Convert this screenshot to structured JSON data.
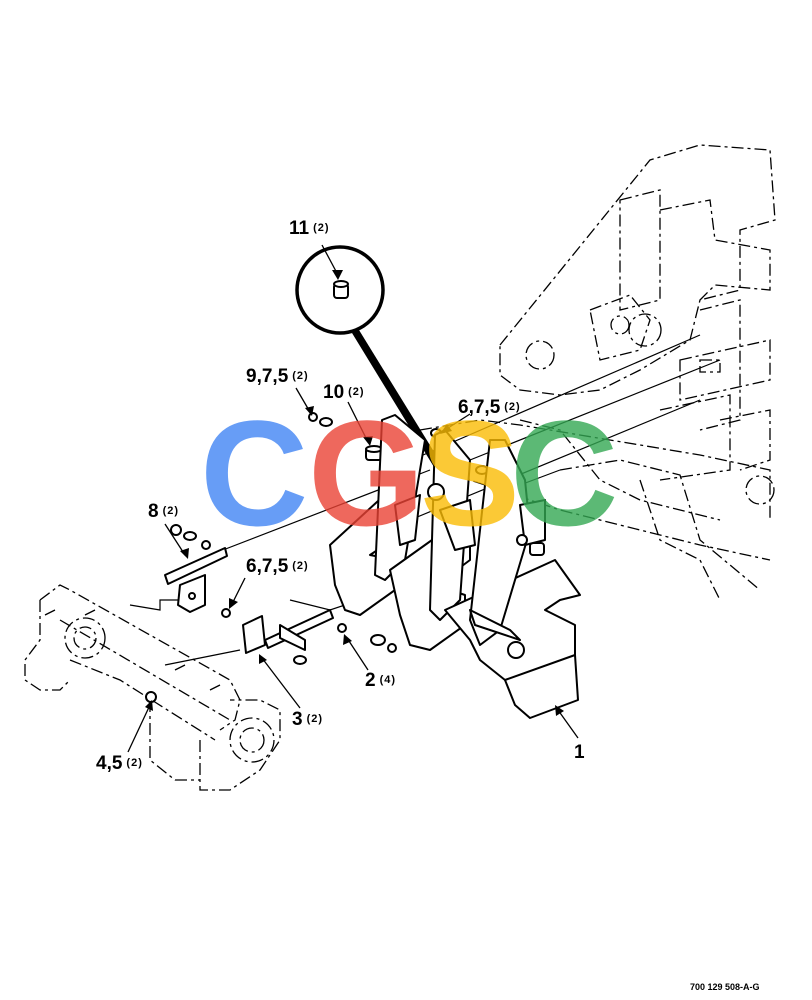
{
  "callouts": [
    {
      "id": "c11",
      "num": "11",
      "qty": "(2)"
    },
    {
      "id": "c975",
      "num": "9,7,5",
      "qty": "(2)"
    },
    {
      "id": "c10",
      "num": "10",
      "qty": "(2)"
    },
    {
      "id": "c675a",
      "num": "6,7,5",
      "qty": "(2)"
    },
    {
      "id": "c8",
      "num": "8",
      "qty": "(2)"
    },
    {
      "id": "c675b",
      "num": "6,7,5",
      "qty": "(2)"
    },
    {
      "id": "c2",
      "num": "2",
      "qty": "(4)"
    },
    {
      "id": "c3",
      "num": "3",
      "qty": "(2)"
    },
    {
      "id": "c45",
      "num": "4,5",
      "qty": "(2)"
    },
    {
      "id": "c1",
      "num": "1",
      "qty": ""
    }
  ],
  "watermark": {
    "letters": [
      "C",
      "G",
      "S",
      "C"
    ],
    "colors": [
      "#4285F4",
      "#EA4335",
      "#FBBC05",
      "#34A853"
    ]
  },
  "reference": "700 129 508-A-G"
}
